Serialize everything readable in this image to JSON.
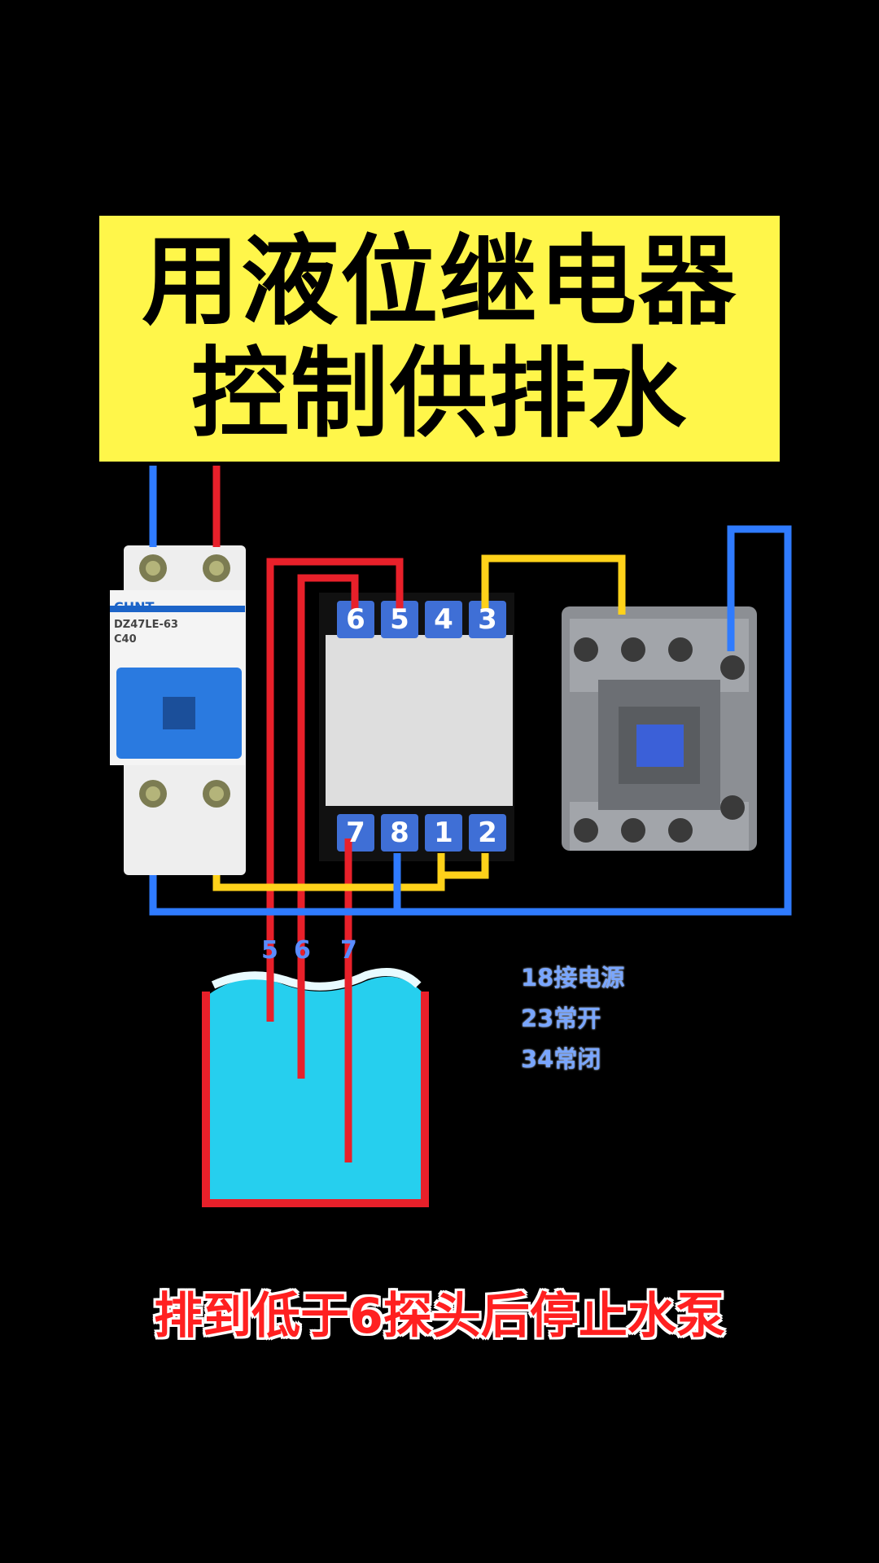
{
  "title": {
    "line1": "用液位继电器",
    "line2": "控制供排水"
  },
  "breaker": {
    "brand": "CHNT",
    "model": "DZ47LE-63",
    "rating": "C40"
  },
  "relay": {
    "top_pins": [
      "6",
      "5",
      "4",
      "3"
    ],
    "bottom_pins": [
      "7",
      "8",
      "1",
      "2"
    ]
  },
  "probes": [
    "5",
    "6",
    "7"
  ],
  "notes": [
    "18接电源",
    "23常开",
    "34常闭"
  ],
  "caption": "排到低于6探头后停止水泵",
  "colors": {
    "banner": "#fff64a",
    "wire_red": "#e8202a",
    "wire_blue": "#2f7bff",
    "wire_yellow": "#ffd21a",
    "water": "#26cfee",
    "caption": "#ff2020"
  }
}
